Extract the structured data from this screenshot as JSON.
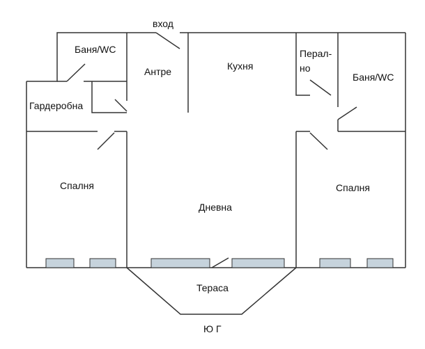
{
  "labels": {
    "entrance": "вход",
    "bath_left": "Баня/WC",
    "hall": "Антре",
    "kitchen": "Кухня",
    "laundry_line1": "Перал-",
    "laundry_line2": "но",
    "bath_right": "Баня/WC",
    "wardrobe": "Гардеробна",
    "bedroom_left": "Спалня",
    "living": "Дневна",
    "bedroom_right": "Спалня",
    "terrace": "Тераса",
    "orientation": "Ю Г"
  },
  "colors": {
    "wall": "#333333",
    "window": "#c6d3dc",
    "background": "#ffffff"
  }
}
